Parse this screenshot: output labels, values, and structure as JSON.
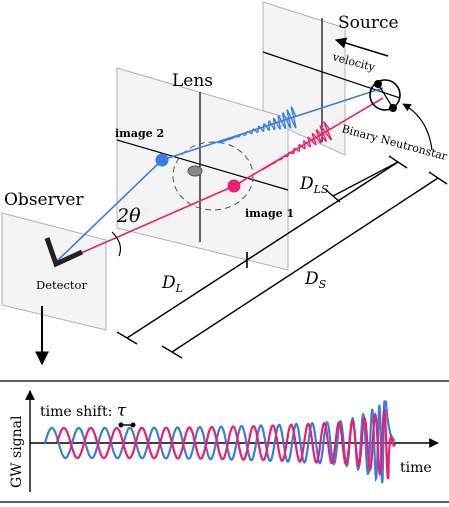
{
  "labels": {
    "source": "Source",
    "lens": "Lens",
    "observer": "Observer",
    "velocity": "velocity",
    "binary": "Binary Neutronstar",
    "image1": "image 1",
    "image2": "image 2",
    "detector": "Detector",
    "angle": "2θ",
    "d_ls": "D",
    "d_ls_sub": "LS",
    "d_l": "D",
    "d_l_sub": "L",
    "d_s": "D",
    "d_s_sub": "S",
    "time_shift": "time shift: ",
    "tau": "τ",
    "y_axis": "GW signal",
    "x_axis": "time"
  },
  "colors": {
    "blue": "#3a7de0",
    "pink": "#e8206e",
    "plane_fill": "#f4f4f4",
    "plane_edge": "#b0b0b0"
  }
}
